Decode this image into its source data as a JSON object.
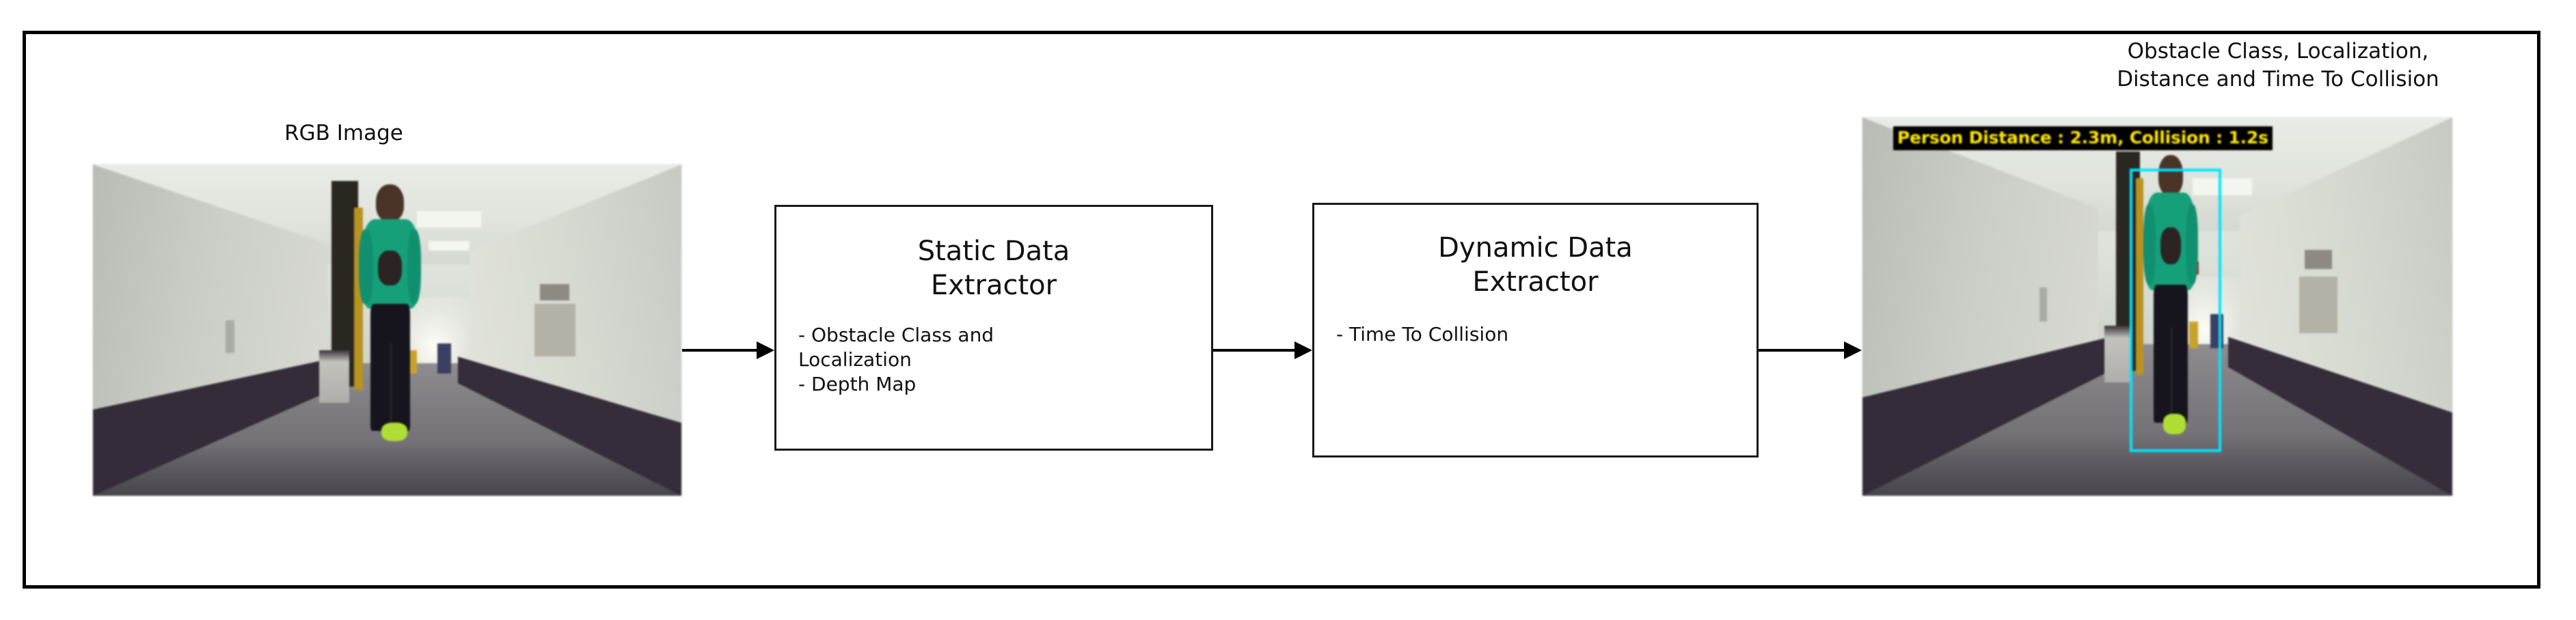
{
  "figure": {
    "type": "pipeline-block-diagram",
    "background_color": "#ffffff",
    "border_color": "#000000"
  },
  "input_panel": {
    "caption": "RGB Image",
    "image_alt": "Blurry first-person view down an office corridor with a person in a green shirt walking toward the camera"
  },
  "stages": [
    {
      "id": "static-data-extractor",
      "title": "Static Data\nExtractor",
      "bullets": [
        "- Obstacle Class and\n  Localization",
        "- Depth Map"
      ]
    },
    {
      "id": "dynamic-data-extractor",
      "title": "Dynamic Data\nExtractor",
      "bullets": [
        "- Time To Collision"
      ]
    }
  ],
  "output_panel": {
    "caption": "Obstacle Class, Localization,\nDistance and Time To Collision",
    "detection_label": "Person Distance : 2.3m, Collision : 1.2s",
    "detection_label_text_color": "#ffe800",
    "detection_label_bg_color": "#000000",
    "bounding_box_color": "#00e5ff",
    "image_alt": "Same corridor view with a cyan bounding box drawn around the person and a detection banner across the top"
  },
  "arrows": [
    {
      "id": "arrow-image-to-static",
      "from": "rgb-image",
      "to": "static-data-extractor"
    },
    {
      "id": "arrow-static-to-dynamic",
      "from": "static-data-extractor",
      "to": "dynamic-data-extractor"
    },
    {
      "id": "arrow-dynamic-to-output",
      "from": "dynamic-data-extractor",
      "to": "output-image"
    }
  ]
}
